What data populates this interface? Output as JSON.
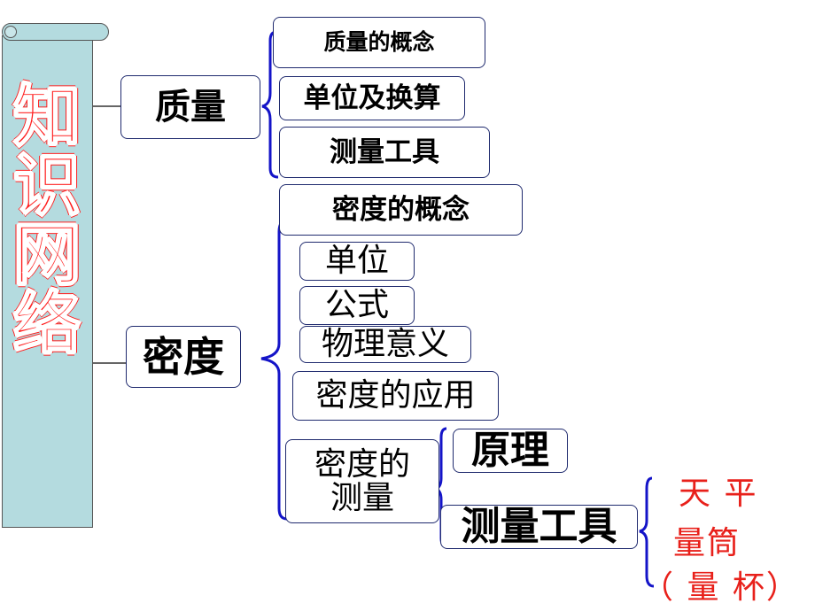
{
  "title_chars": [
    "知",
    "识",
    "网",
    "络"
  ],
  "nodes": {
    "mass": "质量",
    "mass_concept": "质量的概念",
    "mass_units": "单位及换算",
    "mass_tools": "测量工具",
    "density": "密度",
    "density_concept": "密度的概念",
    "density_unit": "单位",
    "density_formula": "公式",
    "density_meaning": "物理意义",
    "density_application": "密度的应用",
    "density_measure_line1": "密度的",
    "density_measure_line2": "测量",
    "principle": "原理",
    "measure_tools": "测量工具"
  },
  "tools_list": {
    "line1": "天 平",
    "line2": "量筒",
    "line3": "（ 量 杯）"
  },
  "colors": {
    "brace": "#1414c8",
    "title_red": "#ff1a1a",
    "tool_red": "#e8201a",
    "scroll": "#b4dbdf"
  }
}
